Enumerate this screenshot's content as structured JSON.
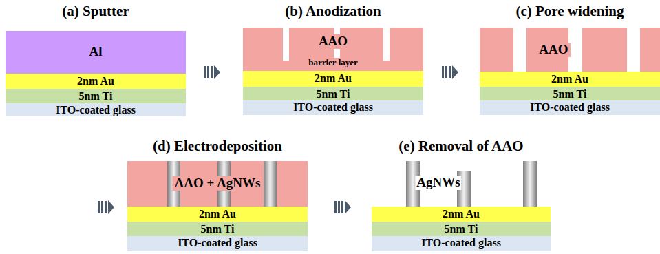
{
  "diagram": {
    "nodes": [
      {
        "text": [
          "Al"
        ]
      },
      {
        "text": [
          "2nm Au"
        ]
      },
      {
        "text": [
          "5nm Ti"
        ]
      },
      {
        "text": [
          "ITO-coated glass"
        ]
      },
      {
        "text": [
          "AAO",
          "barrier layer"
        ]
      },
      {
        "text": [
          "2nm Au"
        ]
      },
      {
        "text": [
          "5nm Ti"
        ]
      },
      {
        "text": [
          "ITO-coated glass"
        ]
      },
      {
        "text": [
          "AAO"
        ]
      },
      {
        "text": [
          "2nm Au"
        ]
      },
      {
        "text": [
          "5nm Ti"
        ]
      },
      {
        "text": [
          "ITO-coated glass"
        ]
      },
      {
        "text": [
          "AAO + AgNWs"
        ]
      },
      {
        "text": [
          "2nm Au"
        ]
      },
      {
        "text": [
          "5nm Ti"
        ]
      },
      {
        "text": [
          "ITO-coated glass"
        ]
      },
      {
        "text": [
          "2nm Au"
        ]
      },
      {
        "text": [
          "5nm Ti"
        ]
      },
      {
        "text": [
          "ITO-coated glass"
        ]
      }
    ],
    "labels": [
      "(a) Sputter",
      "(b) Anodization",
      "(c) Pore widening",
      "(d) Electrodeposition",
      "(e) Removal of  AAO",
      "AgNWs"
    ]
  }
}
